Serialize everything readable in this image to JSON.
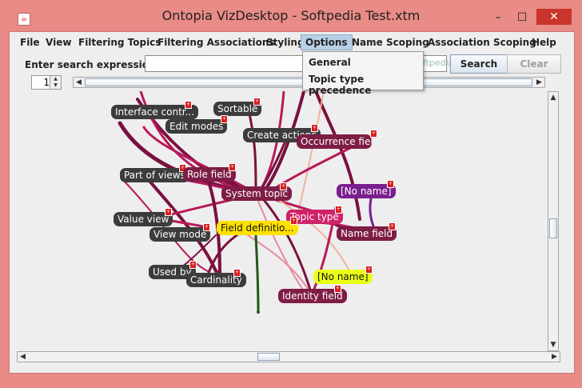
{
  "window": {
    "title": "Ontopia VizDesktop - Softpedia Test.xtm",
    "minimize": "–",
    "maximize": "☐",
    "close": "✕"
  },
  "menu": {
    "items": [
      "File",
      "View",
      "Filtering Topics",
      "Filtering Associations",
      "Styling",
      "Options",
      "Name Scoping",
      "Association Scoping",
      "Help"
    ]
  },
  "options_menu": {
    "items": [
      "General",
      "Topic type precedence"
    ]
  },
  "search": {
    "label": "Enter search expression",
    "value": "",
    "watermark": "www.softpedia.com",
    "search_button": "Search",
    "clear_button": "Clear"
  },
  "nav": {
    "spinner_value": "1"
  },
  "graph": {
    "nodes": [
      {
        "label": "Interface contr...",
        "style": "dark"
      },
      {
        "label": "Sortable",
        "style": "dark"
      },
      {
        "label": "Edit modes",
        "style": "dark"
      },
      {
        "label": "Create actions",
        "style": "dark"
      },
      {
        "label": "Occurrence fiel...",
        "style": "maroon"
      },
      {
        "label": "Part of views",
        "style": "dark"
      },
      {
        "label": "Role field",
        "style": "maroon"
      },
      {
        "label": "System topic",
        "style": "maroon"
      },
      {
        "label": "[No name]",
        "style": "purple"
      },
      {
        "label": "Topic type",
        "style": "pink"
      },
      {
        "label": "Value view",
        "style": "dark"
      },
      {
        "label": "Field definitio...",
        "style": "yellow"
      },
      {
        "label": "View mode",
        "style": "dark"
      },
      {
        "label": "Name field",
        "style": "maroon"
      },
      {
        "label": "Used by",
        "style": "dark"
      },
      {
        "label": "Cardinality",
        "style": "dark"
      },
      {
        "label": "[No name]",
        "style": "lime"
      },
      {
        "label": "Identity field",
        "style": "maroon"
      }
    ],
    "badge_mark": "+",
    "colors": {
      "edge_dark": "#7a1040",
      "edge_mid": "#b8195a",
      "edge_light": "#e88aa0",
      "edge_peach": "#f1b39a",
      "edge_green": "#1f5a16"
    }
  }
}
